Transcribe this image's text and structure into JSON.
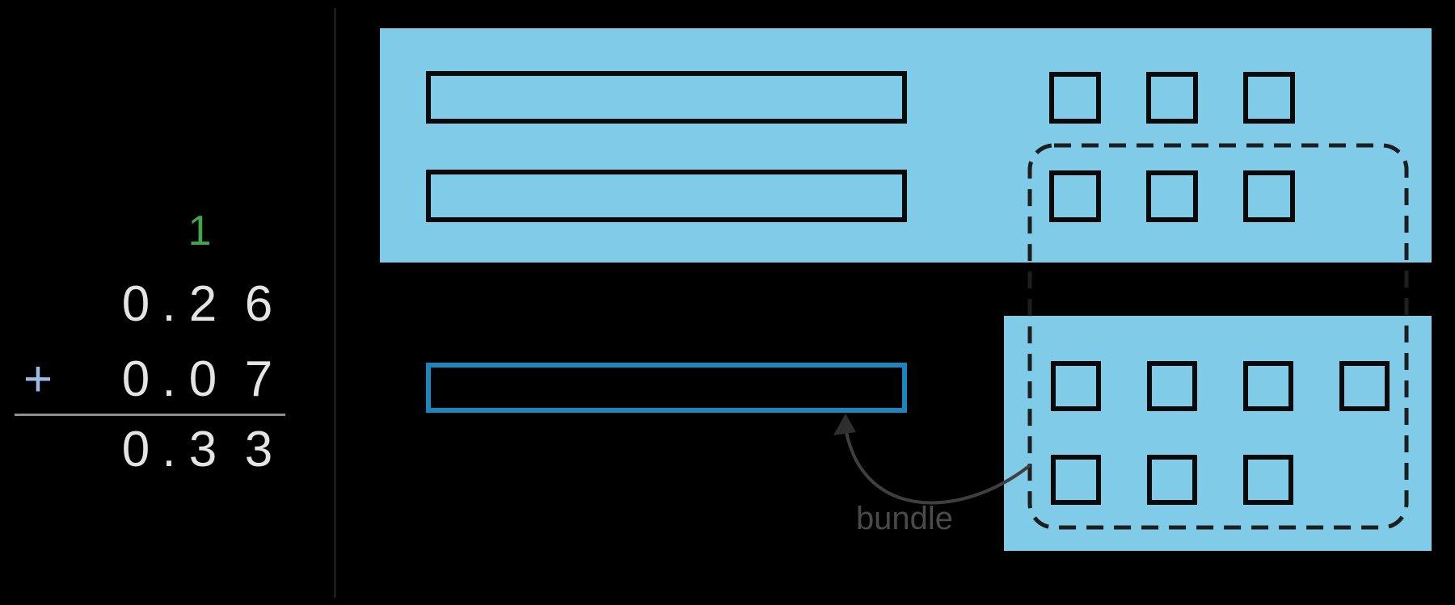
{
  "math": {
    "carry": "1",
    "plus_sign": "+",
    "rows": [
      {
        "ones": "0",
        "point": ".",
        "tenths": "2",
        "hundredths": "6"
      },
      {
        "ones": "0",
        "point": ".",
        "tenths": "0",
        "hundredths": "7"
      },
      {
        "ones": "0",
        "point": ".",
        "tenths": "3",
        "hundredths": "3"
      }
    ],
    "equation_reading": "0.26 + 0.07 = 0.33"
  },
  "diagram": {
    "bundle_label": "bundle",
    "top_panel": {
      "represents": "0.26",
      "tenth_bars": 2,
      "square_rows": [
        3,
        3
      ]
    },
    "bottom_panel": {
      "represents": "0.07",
      "square_rows": [
        4,
        3
      ]
    },
    "bundled_tenth_bars": 1,
    "dashed_group_square_count": 10
  },
  "colors": {
    "background": "#000000",
    "panel_blue": "#80cbe8",
    "bundle_outline": "#1787c0",
    "carry_green": "#3fa84c",
    "digit": "#e4e4e4",
    "plus_sign": "#9db9e6",
    "sum_line": "#8f8f8f",
    "shape_border": "#0a0a0a",
    "dash": "#1e1e1e",
    "arrow": "#3f3f3f",
    "arrow_head": "#2e2e2e",
    "bundle_label": "#4a4a4a",
    "divider": "#1c1c1c"
  }
}
